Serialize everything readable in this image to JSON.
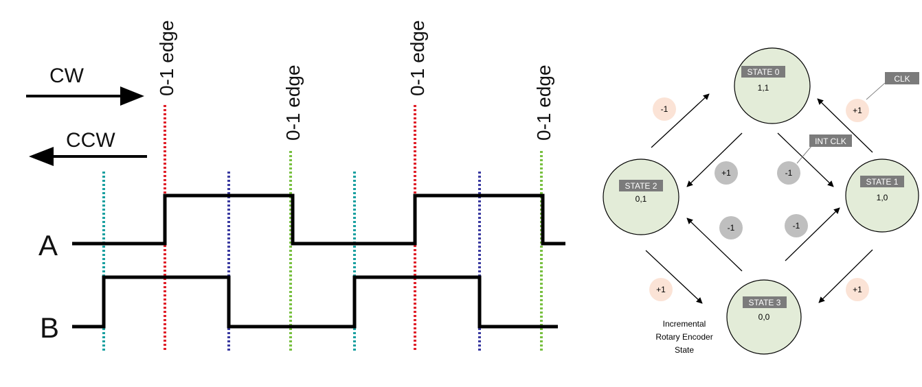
{
  "timing": {
    "cw_label": "CW",
    "ccw_label": "CCW",
    "signal_a_label": "A",
    "signal_b_label": "B",
    "edge_label": "0-1 edge",
    "colors": {
      "red": "#e0202a",
      "blue": "#3a3aa0",
      "green": "#78c040",
      "teal": "#1aa0a0",
      "signal": "#000000"
    }
  },
  "state_diagram": {
    "states": [
      {
        "name": "STATE 0",
        "value": "1,1"
      },
      {
        "name": "STATE 1",
        "value": "1,0"
      },
      {
        "name": "STATE 2",
        "value": "0,1"
      },
      {
        "name": "STATE 3",
        "value": "0,0"
      }
    ],
    "transition_labels": {
      "outer_top_left": "-1",
      "outer_top_right": "+1",
      "outer_bottom_left": "+1",
      "outer_bottom_right": "+1",
      "inner_upper_left": "+1",
      "inner_upper_right": "-1",
      "inner_lower_left": "-1",
      "inner_lower_right": "-1"
    },
    "callouts": {
      "clk": "CLK",
      "int_clk": "INT CLK"
    },
    "caption": [
      "Incremental",
      "Rotary Encoder",
      "State"
    ],
    "colors": {
      "state_fill": "#e3ecd8",
      "state_label_bg": "#7b7b7b",
      "outer_badge": "#fbe3d6",
      "inner_badge": "#bfbfbf",
      "callout_bg": "#7b7b7b"
    }
  }
}
